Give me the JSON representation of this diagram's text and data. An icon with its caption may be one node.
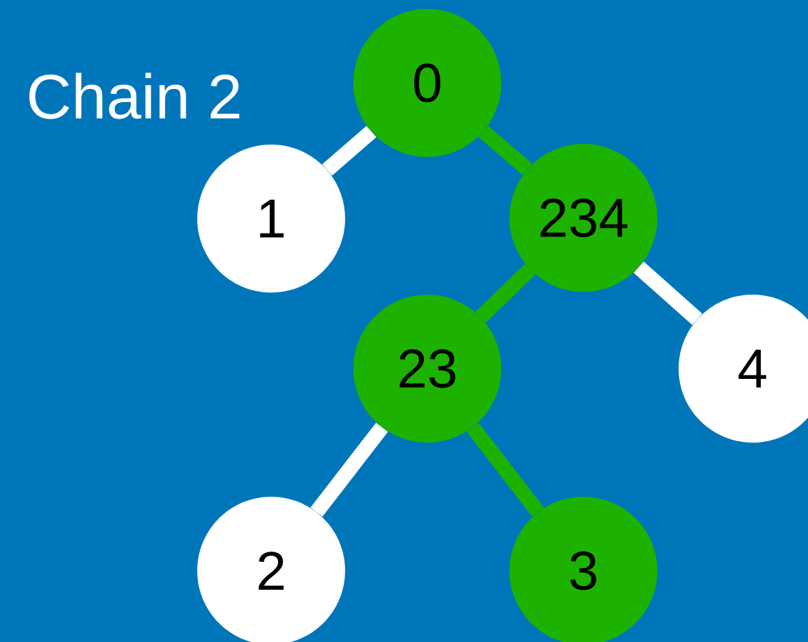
{
  "diagram": {
    "title": "Chain 2",
    "nodes": [
      {
        "text": [
          "0"
        ]
      },
      {
        "text": [
          "1"
        ]
      },
      {
        "text": [
          "234"
        ]
      },
      {
        "text": [
          "23"
        ]
      },
      {
        "text": [
          "4"
        ]
      },
      {
        "text": [
          "2"
        ]
      },
      {
        "text": [
          "3"
        ]
      }
    ],
    "edges": [
      {
        "from": 0,
        "to": 1,
        "arrow": "none"
      },
      {
        "from": 0,
        "to": 2,
        "arrow": "none",
        "color": "#1db100"
      },
      {
        "from": 2,
        "to": 3,
        "arrow": "none",
        "color": "#1db100"
      },
      {
        "from": 2,
        "to": 4,
        "arrow": "none"
      },
      {
        "from": 3,
        "to": 5,
        "arrow": "none"
      },
      {
        "from": 3,
        "to": 6,
        "arrow": "none",
        "color": "#1db100"
      }
    ]
  }
}
